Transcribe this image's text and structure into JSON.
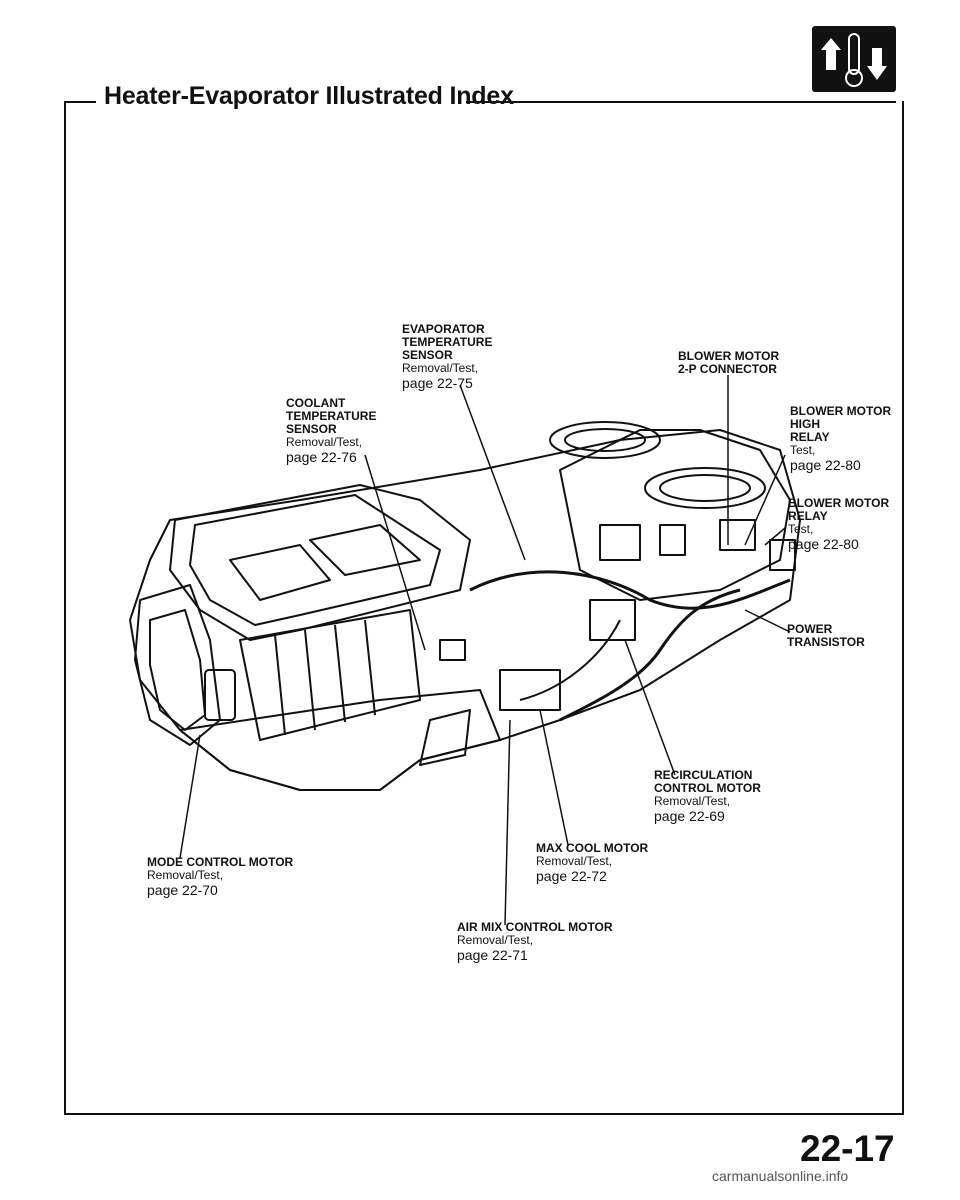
{
  "header": {
    "title": "Heater-Evaporator Illustrated Index"
  },
  "logo": {
    "icon": "heater-thermometer-icon"
  },
  "callouts": [
    {
      "id": "evap",
      "name_lines": [
        "EVAPORATOR",
        "TEMPERATURE",
        "SENSOR"
      ],
      "ref": "Removal/Test,",
      "page": "page 22-75"
    },
    {
      "id": "coolant",
      "name_lines": [
        "COOLANT",
        "TEMPERATURE",
        "SENSOR"
      ],
      "ref": "Removal/Test,",
      "page": "page 22-76"
    },
    {
      "id": "blower-conn",
      "name_lines": [
        "BLOWER MOTOR",
        "2-P CONNECTOR"
      ],
      "ref": "",
      "page": ""
    },
    {
      "id": "blower-high",
      "name_lines": [
        "BLOWER MOTOR",
        "HIGH",
        "RELAY"
      ],
      "ref": "Test,",
      "page": "page 22-80"
    },
    {
      "id": "blower-relay",
      "name_lines": [
        "BLOWER MOTOR",
        "RELAY"
      ],
      "ref": "Test,",
      "page": "page 22-80"
    },
    {
      "id": "power",
      "name_lines": [
        "POWER",
        "TRANSISTOR"
      ],
      "ref": "",
      "page": ""
    },
    {
      "id": "recirc",
      "name_lines": [
        "RECIRCULATION",
        "CONTROL MOTOR"
      ],
      "ref": "Removal/Test,",
      "page": "page 22-69"
    },
    {
      "id": "maxcool",
      "name_lines": [
        "MAX COOL MOTOR"
      ],
      "ref": "Removal/Test,",
      "page": "page 22-72"
    },
    {
      "id": "mode",
      "name_lines": [
        "MODE CONTROL MOTOR"
      ],
      "ref": "Removal/Test,",
      "page": "page 22-70"
    },
    {
      "id": "airmix",
      "name_lines": [
        "AIR MIX CONTROL MOTOR"
      ],
      "ref": "Removal/Test,",
      "page": "page 22-71"
    }
  ],
  "footer": {
    "page_number": "22-17",
    "watermark": "carmanualsonline.info"
  }
}
